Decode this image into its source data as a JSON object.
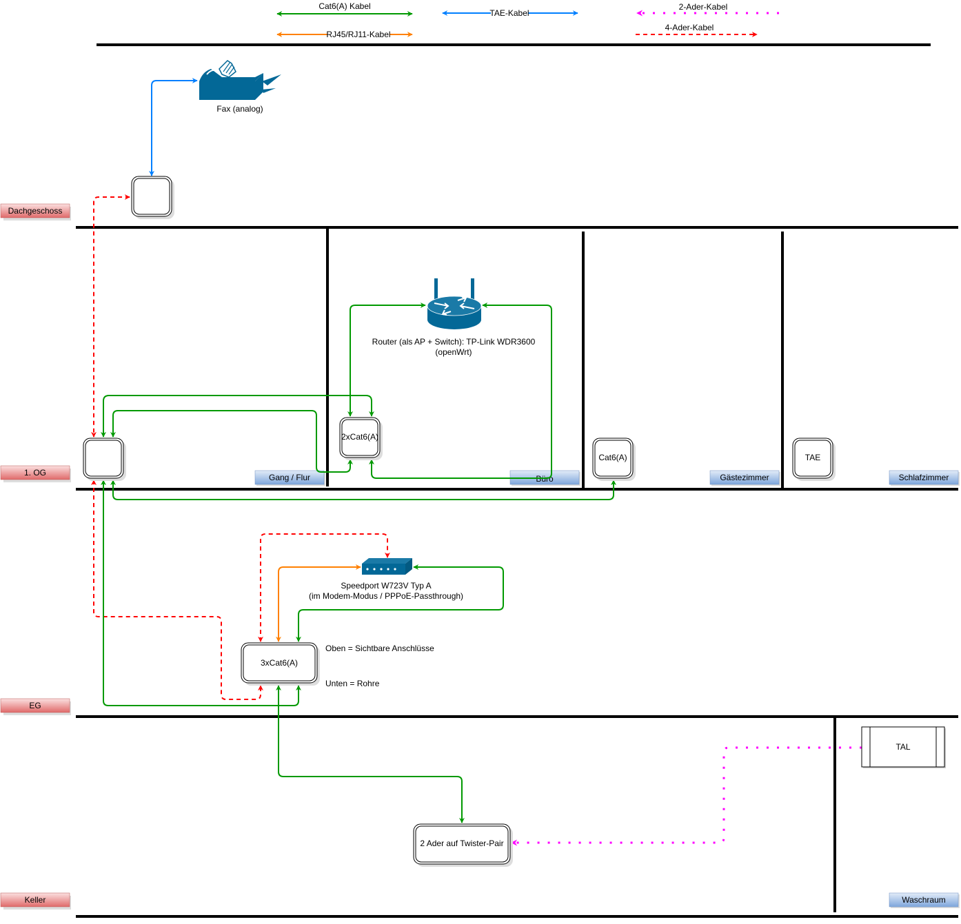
{
  "legend": {
    "cat6": {
      "label": "Cat6(A) Kabel",
      "color": "#009900"
    },
    "tae": {
      "label": "TAE-Kabel",
      "color": "#007FFF"
    },
    "rj": {
      "label": "RJ45/RJ11-Kabel",
      "color": "#FF8000"
    },
    "two_wire": {
      "label": "2-Ader-Kabel",
      "color": "#FF00FF"
    },
    "four_wire": {
      "label": "4-Ader-Kabel",
      "color": "#FF0000"
    }
  },
  "floors": {
    "dachgeschoss": "Dachgeschoss",
    "og1": "1. OG",
    "eg": "EG",
    "keller": "Keller"
  },
  "rooms": {
    "gang": "Gang / Flur",
    "buero": "Büro",
    "gaeste": "Gästezimmer",
    "schlaf": "Schlafzimmer",
    "wasch": "Waschraum"
  },
  "devices": {
    "fax": "Fax (analog)",
    "router_line1": "Router (als AP + Switch): TP-Link WDR3600",
    "router_line2": "(openWrt)",
    "speedport_line1": "Speedport W723V Typ A",
    "speedport_line2": "(im Modem-Modus / PPPoE-Passthrough)"
  },
  "sockets": {
    "dg": "",
    "og_gang": "",
    "og_buero": "2xCat6(A)",
    "og_gaeste": "Cat6(A)",
    "og_schlaf": "TAE",
    "eg": "3xCat6(A)",
    "keller_twisted": "2 Ader auf Twister-Pair",
    "tal": "TAL"
  },
  "notes": {
    "top": "Oben = Sichtbare Anschlüsse",
    "bottom": "Unten = Rohre"
  }
}
